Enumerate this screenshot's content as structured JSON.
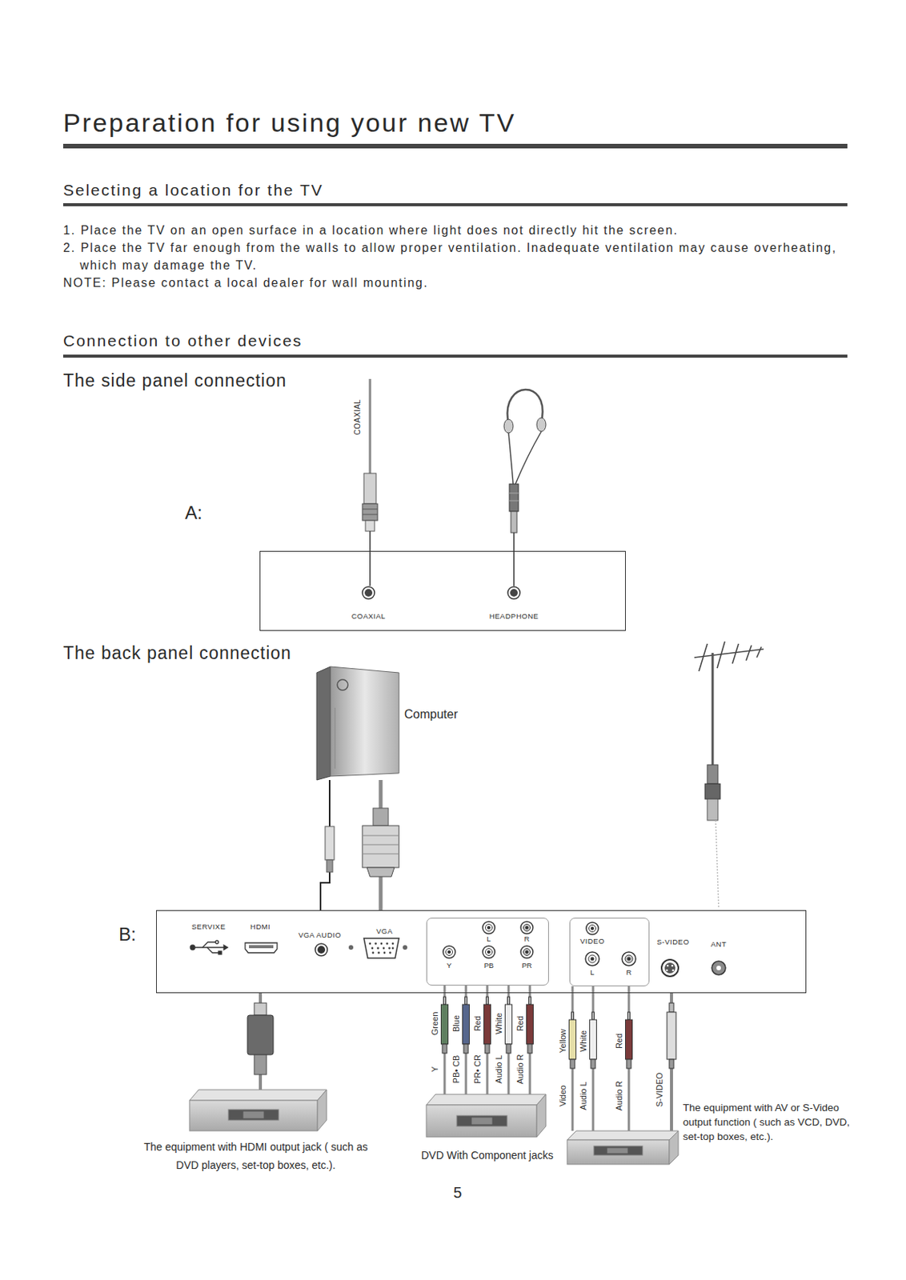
{
  "diagram": {
    "title": "Preparation for using your new TV",
    "nodes": [
      {
        "text": [
          "COAXIAL",
          "HEADPHONE"
        ]
      },
      {
        "text": [
          "Computer"
        ]
      },
      {
        "text": [
          "SERVIXE",
          "HDMI",
          "VGA AUDIO",
          "VGA",
          "S-VIDEO",
          "ANT"
        ]
      },
      {
        "text": [
          "L",
          "R",
          "Y",
          "PB",
          "PR"
        ],
        "in": 2
      },
      {
        "text": [
          "VIDEO",
          "L",
          "R"
        ],
        "in": 2
      },
      {
        "text": [
          "The equipment with HDMI output jack ( such as DVD players, set-top boxes, etc.)."
        ]
      },
      {
        "text": [
          "DVD With Component jacks"
        ]
      },
      {
        "text": [
          "The equipment with AV or S-Video output function ( such as VCD, DVD, set-top boxes, etc.)."
        ]
      }
    ],
    "edges": [
      {
        "from": 1,
        "to": 2,
        "arrow": "none"
      },
      {
        "from": 1,
        "to": 2,
        "arrow": "none"
      },
      {
        "from": 5,
        "to": 2,
        "arrow": "none"
      },
      {
        "from": 6,
        "to": 3,
        "arrow": "none"
      },
      {
        "from": 6,
        "to": 3,
        "arrow": "none"
      },
      {
        "from": 6,
        "to": 3,
        "arrow": "none"
      },
      {
        "from": 6,
        "to": 3,
        "arrow": "none"
      },
      {
        "from": 6,
        "to": 3,
        "arrow": "none"
      },
      {
        "from": 7,
        "to": 4,
        "arrow": "none"
      },
      {
        "from": 7,
        "to": 4,
        "arrow": "none"
      },
      {
        "from": 7,
        "to": 4,
        "arrow": "none"
      },
      {
        "from": 7,
        "to": 2,
        "arrow": "none"
      }
    ],
    "labels": [
      "Selecting a location for the TV",
      "1. Place the TV on an open surface in a location where light does not directly hit the screen.",
      "2. Place the TV far enough from the walls to allow proper ventilation. Inadequate ventilation may cause overheating, which may damage the TV.",
      "NOTE: Please contact a local dealer for wall mounting.",
      "Connection to other devices",
      "The side panel connection",
      "COAXIAL",
      "A:",
      "The back panel connection",
      "B:",
      "Green",
      "Blue",
      "Red",
      "White",
      "Red",
      "Y",
      "PB• CB",
      "PR• CR",
      "Audio L",
      "Audio R",
      "Yellow",
      "White",
      "Red",
      "Video",
      "Audio L",
      "Audio R",
      "S-VIDEO",
      "5"
    ]
  }
}
